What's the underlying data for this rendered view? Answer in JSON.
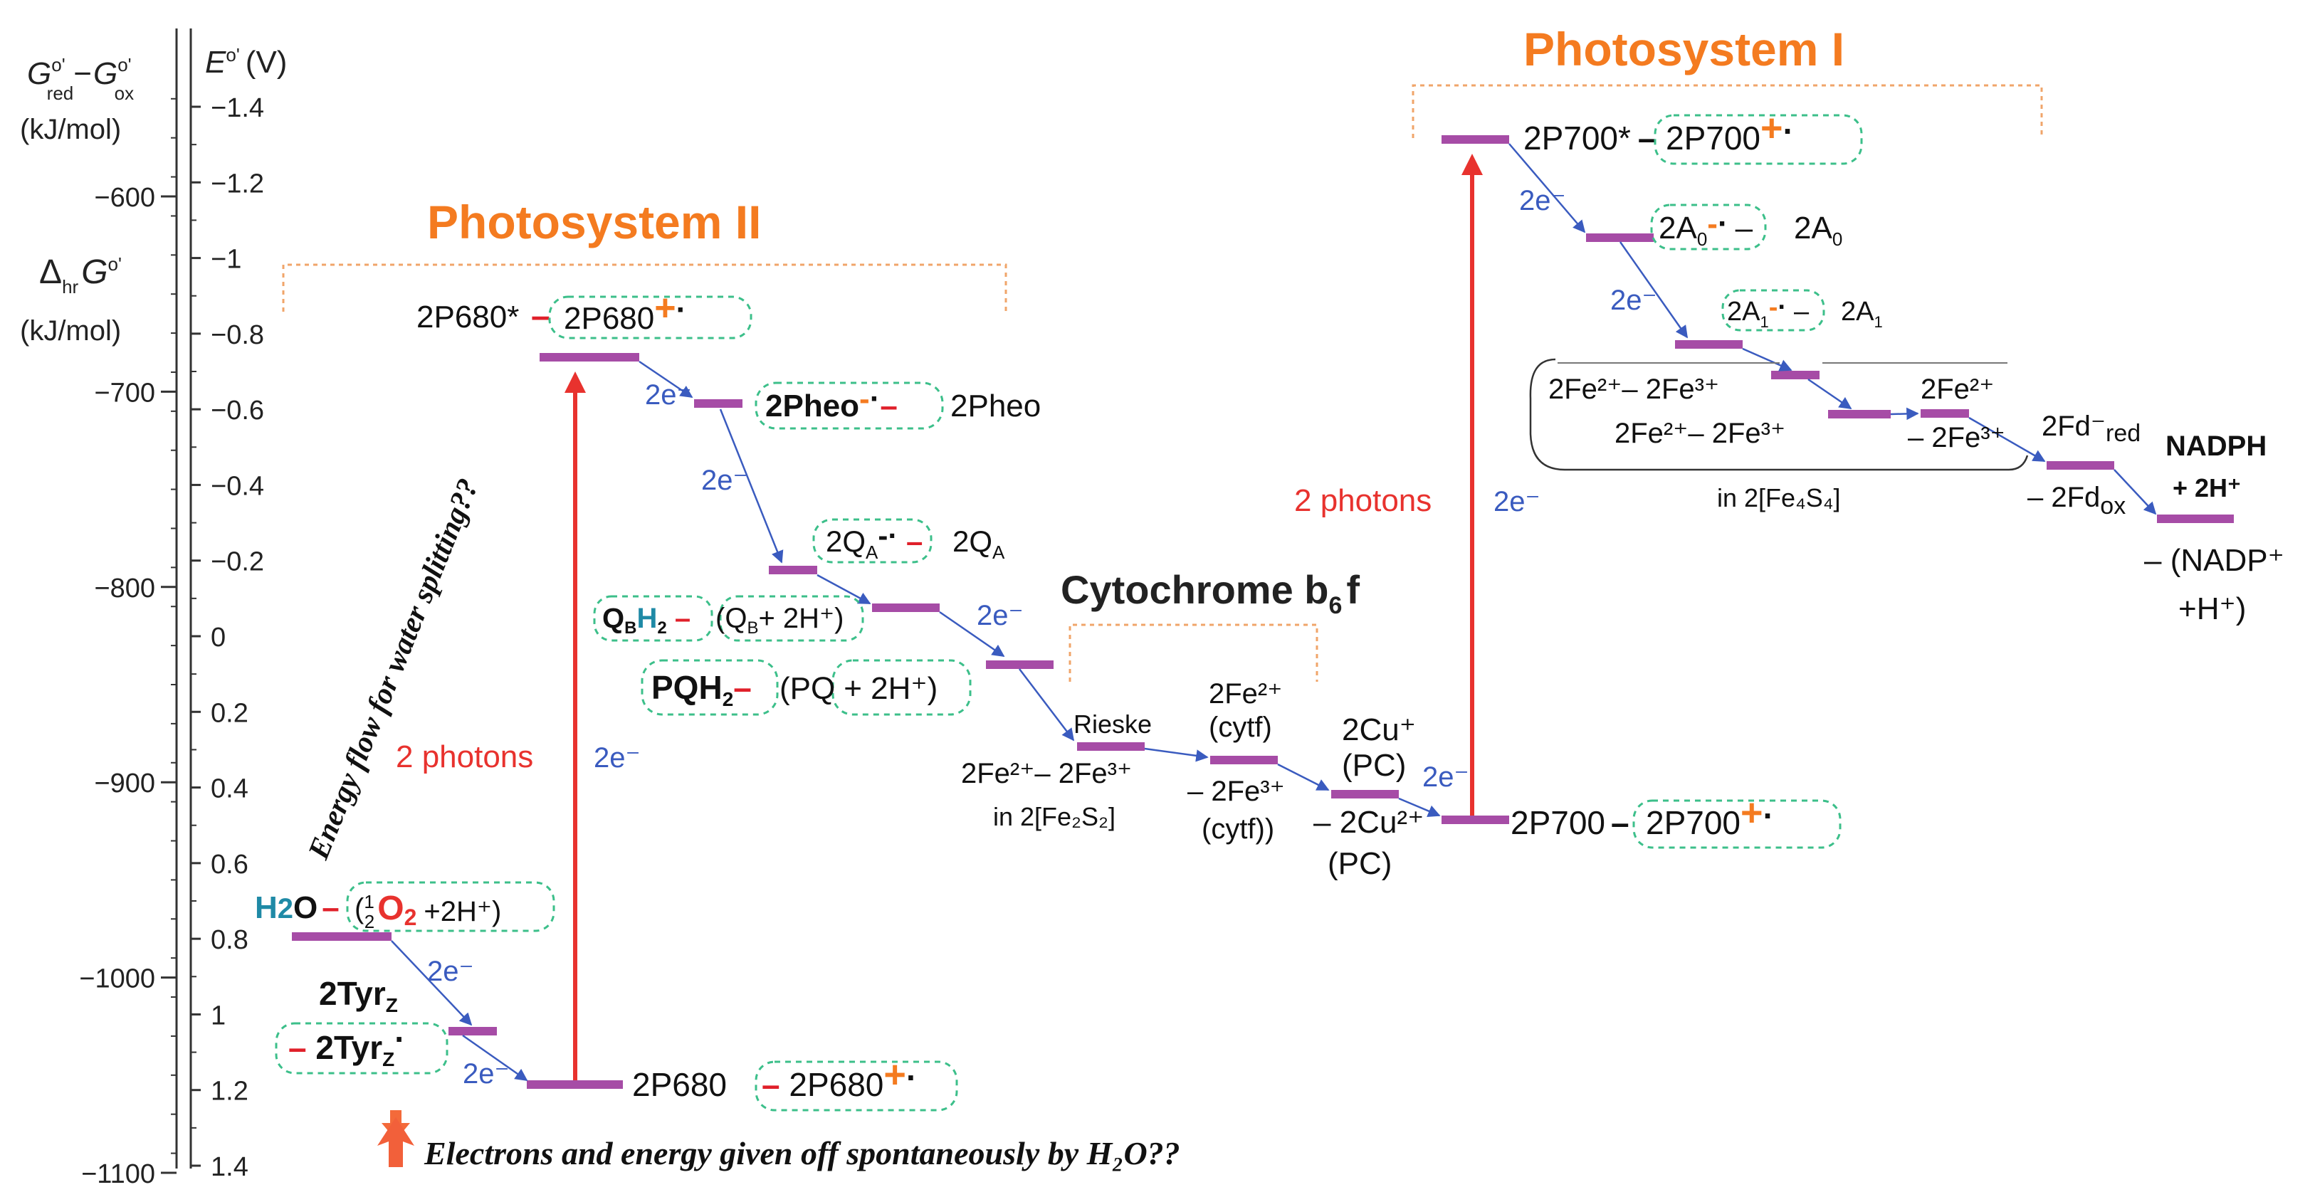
{
  "axis": {
    "dg_label_main": "G",
    "dg_sup_red": "o'",
    "dg_sub_red": "red",
    "dg_minus": "−",
    "dg_sup_ox": "o'",
    "dg_sub_ox": "ox",
    "dg_units": "(kJ/mol)",
    "e_label": "E",
    "e_sup": "o'",
    "e_units": "(V)",
    "drg_delta": "Δ",
    "drg_sub": "hr",
    "drg_g": "G",
    "drg_sup": "o'",
    "drg_units": "(kJ/mol)",
    "dg_ticks": [
      {
        "v": -600,
        "label": "−600"
      },
      {
        "v": -700,
        "label": "−700"
      },
      {
        "v": -800,
        "label": "−800"
      },
      {
        "v": -900,
        "label": "−900"
      },
      {
        "v": -1000,
        "label": "−1000"
      },
      {
        "v": -1100,
        "label": "−1100"
      }
    ],
    "e_ticks": [
      {
        "v": -1.4,
        "label": "−1.4"
      },
      {
        "v": -1.2,
        "label": "−1.2"
      },
      {
        "v": -1.0,
        "label": "−1"
      },
      {
        "v": -0.8,
        "label": "−0.8"
      },
      {
        "v": -0.6,
        "label": "−0.6"
      },
      {
        "v": -0.4,
        "label": "−0.4"
      },
      {
        "v": -0.2,
        "label": "−0.2"
      },
      {
        "v": 0.0,
        "label": "0"
      },
      {
        "v": 0.2,
        "label": "0.2"
      },
      {
        "v": 0.4,
        "label": "0.4"
      },
      {
        "v": 0.6,
        "label": "0.6"
      },
      {
        "v": 0.8,
        "label": "0.8"
      },
      {
        "v": 1.0,
        "label": "1"
      },
      {
        "v": 1.2,
        "label": "1.2"
      },
      {
        "v": 1.4,
        "label": "1.4"
      }
    ]
  },
  "headings": {
    "ps2": "Photosystem II",
    "ps1": "Photosystem I",
    "cyt_main": "Cytochrome b",
    "cyt_sub": "6",
    "cyt_tail": "f"
  },
  "annotations": {
    "energy_flow": "Energy flow for water splitting??",
    "electrons_given_off": "Electrons and energy given off spontaneously by H₂O??",
    "photons": "2 photons",
    "two_e": "2e⁻"
  },
  "labels": {
    "p680_excited": "2P680*",
    "p680_excited_ox": "2P680",
    "pheo_red": "2Pheo",
    "pheo": "2Pheo",
    "qa_red": "2Q",
    "qa": "2Q",
    "qa_sub": "A",
    "qbh2_q": "Q",
    "qbh2_b": "B",
    "qbh2_h": "H",
    "qbh2_2": "2",
    "qb_ox": "(Q",
    "qb_ox_sub": "B",
    "qb_ox_tail": "+ 2H⁺)",
    "pqh2": "PQH",
    "pqh2_sub": "2",
    "pq_ox": "(PQ",
    "pq_ox_tail": "+ 2H⁺)",
    "rieske": "Rieske",
    "fe2s2_line": "2Fe²⁺– 2Fe³⁺",
    "fe2s2_in": "in 2[Fe₂S₂]",
    "cytf_red_top": "2Fe²⁺",
    "cytf_red_bot": "(cytf)",
    "cytf_ox_top": "– 2Fe³⁺",
    "cytf_ox_bot": "(cytf))",
    "pc_red_top": "2Cu⁺",
    "pc_red_bot": "(PC)",
    "pc_ox_top": "– 2Cu²⁺",
    "pc_ox_bot": "(PC)",
    "h2o_h": "H",
    "h2o_2": "2",
    "h2o_o": "O",
    "o2_frac_num": "1",
    "o2_frac_den": "2",
    "o2": "O",
    "o2_sub": "2",
    "o2_tail": "+2H⁺)",
    "tyr_red": "2Tyr",
    "tyr_sub": "Z",
    "tyr_ox": "2Tyr",
    "p680": "2P680",
    "p680_ox": "2P680",
    "p700_excited": "2P700*",
    "p700_excited_ox": "2P700",
    "a0_red": "2A",
    "a0_sub": "0",
    "a0": "2A",
    "a1_red": "2A",
    "a1_sub": "1",
    "a1": "2A",
    "fe4s4_a": "2Fe²⁺– 2Fe³⁺",
    "fe4s4_b": "2Fe²⁺– 2Fe³⁺",
    "fe4s4_c_top": "2Fe²⁺",
    "fe4s4_c_bot": "– 2Fe³⁺",
    "fe4s4_in": "in 2[Fe₄S₄]",
    "fd_red": "2Fd⁻",
    "fd_red_sub": "red",
    "fd_ox": "– 2Fd",
    "fd_ox_sub": "ox",
    "nadph": "NADPH",
    "nadph_2h": "+ 2H⁺",
    "nadp_top": "– (NADP⁺",
    "nadp_bot": "+H⁺)",
    "p700": "2P700",
    "p700_ox": "2P700"
  },
  "colors": {
    "level": "#a64ca6",
    "heading": "#f47b20",
    "photon_arrow": "#e8322e",
    "electron_arrow": "#3a5bbf",
    "box_border": "#3cbf8a",
    "bracket": "#f0a56a",
    "dash_red": "#e0202a",
    "water_blue": "#1f8aa6",
    "axis": "#333333"
  }
}
